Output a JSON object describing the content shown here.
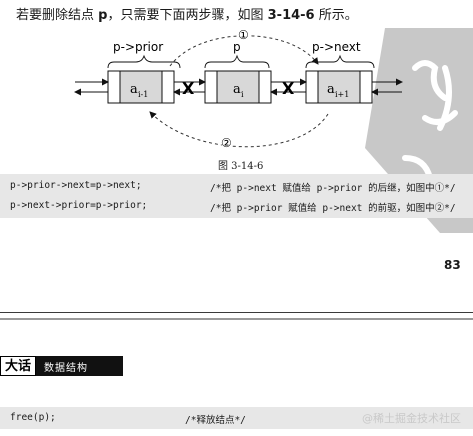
{
  "intro": {
    "prefix": "若要删除结点",
    "var": "p",
    "suffix": "，只需要下面两步骤，如图",
    "figref": "3-14-6",
    "end": "所示。"
  },
  "diagram": {
    "label_left": "p->prior",
    "label_mid": "p",
    "label_right": "p->next",
    "step1": "①",
    "step2": "②",
    "node_left": "a",
    "node_left_sub": "i-1",
    "node_mid": "a",
    "node_mid_sub": "i",
    "node_right": "a",
    "node_right_sub": "i+1",
    "cross_left": "X",
    "cross_right": "X"
  },
  "caption": "图 3-14-6",
  "code": [
    {
      "stmt": "p->prior->next=p->next;",
      "comment": "/*把 p->next 赋值给 p->prior 的后继，如图中①*/"
    },
    {
      "stmt": "p->next->prior=p->prior;",
      "comment": "/*把 p->prior 赋值给 p->next 的前驱，如图中②*/"
    }
  ],
  "page_number": "83",
  "header": {
    "main": "大话",
    "sub": "数据结构"
  },
  "free": {
    "stmt": "free(p);",
    "comment": "/*释放结点*/"
  },
  "watermark": "@稀土掘金技术社区"
}
